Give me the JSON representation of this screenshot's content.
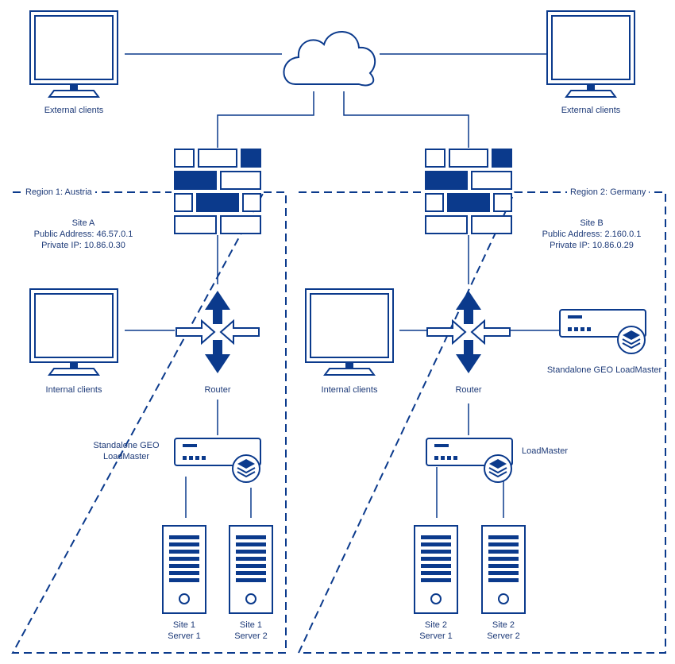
{
  "external": {
    "left_label": "External clients",
    "right_label": "External clients"
  },
  "regions": [
    {
      "title": "Region 1: Austria",
      "site": {
        "name": "Site A",
        "public": "Public Address: 46.57.0.1",
        "private": "Private IP: 10.86.0.30"
      },
      "internal_label": "Internal clients",
      "router_label": "Router",
      "loadmaster_label": [
        "Standalone GEO",
        "LoadMaster"
      ],
      "servers": [
        {
          "line1": "Site 1",
          "line2": "Server 1"
        },
        {
          "line1": "Site 1",
          "line2": "Server 2"
        }
      ]
    },
    {
      "title": "Region 2: Germany",
      "site": {
        "name": "Site B",
        "public": "Public Address: 2.160.0.1",
        "private": "Private IP: 10.86.0.29"
      },
      "internal_label": "Internal clients",
      "router_label": "Router",
      "loadmaster_label": "LoadMaster",
      "standalone_label": "Standalone GEO LoadMaster",
      "servers": [
        {
          "line1": "Site 2",
          "line2": "Server 1"
        },
        {
          "line1": "Site 2",
          "line2": "Server 2"
        }
      ]
    }
  ],
  "colors": {
    "primary": "#0b3a8c",
    "line": "#0b3a8c",
    "text": "#1d3a78"
  },
  "icons": [
    "monitor-icon",
    "cloud-icon",
    "firewall-icon",
    "router-icon",
    "loadmaster-icon",
    "server-icon"
  ]
}
